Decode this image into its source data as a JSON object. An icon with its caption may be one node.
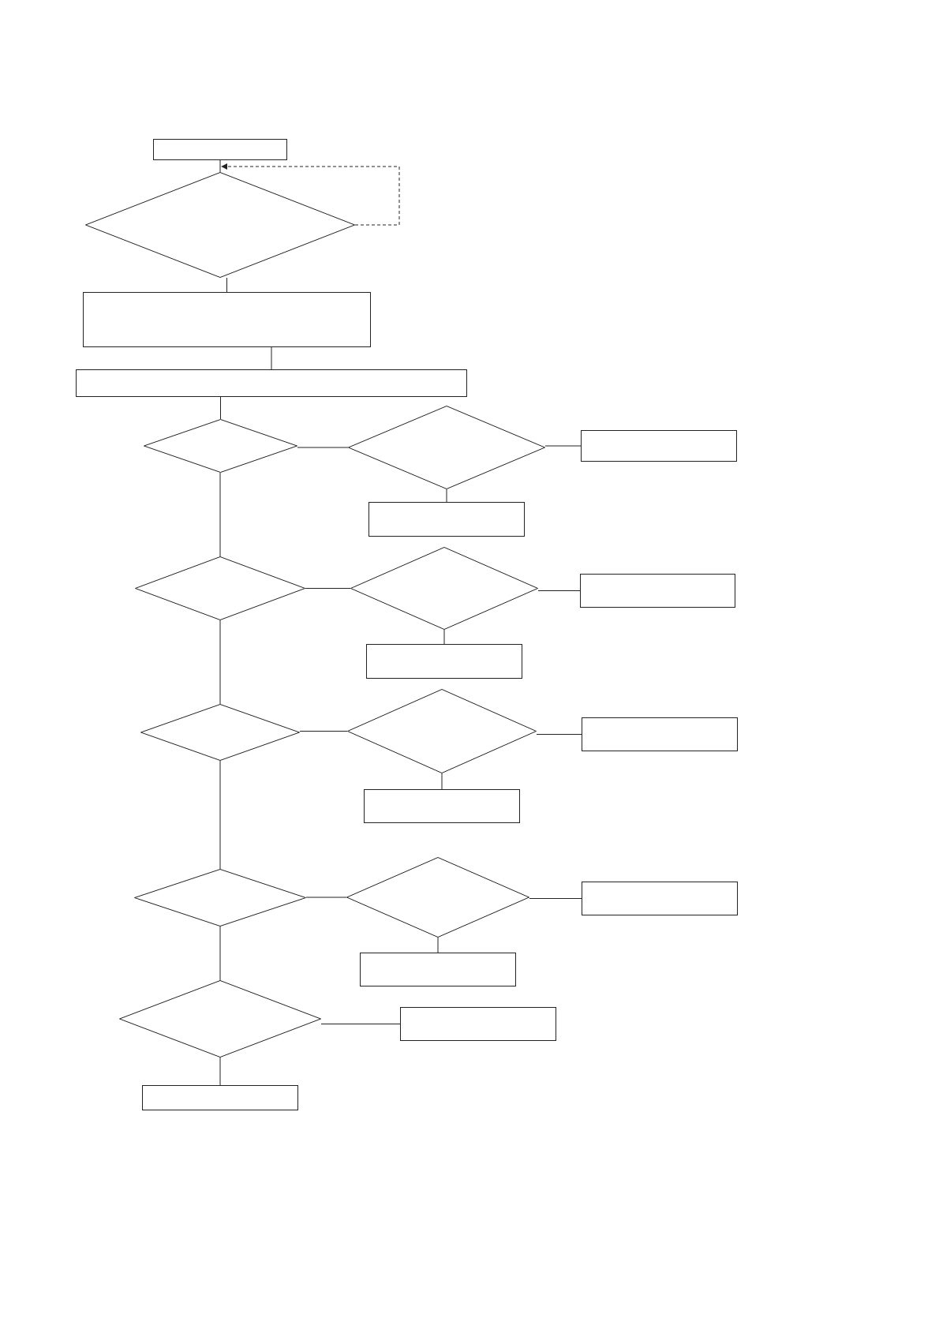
{
  "diagram": {
    "nodes": [
      {
        "text": [],
        "shape": "box"
      },
      {
        "text": [],
        "shape": "diamond"
      },
      {
        "text": [],
        "shape": "box"
      },
      {
        "text": [],
        "shape": "box"
      },
      {
        "text": [],
        "shape": "diamond"
      },
      {
        "text": [],
        "shape": "diamond"
      },
      {
        "text": [],
        "shape": "box"
      },
      {
        "text": [],
        "shape": "box"
      },
      {
        "text": [],
        "shape": "diamond"
      },
      {
        "text": [],
        "shape": "diamond"
      },
      {
        "text": [],
        "shape": "box"
      },
      {
        "text": [],
        "shape": "box"
      },
      {
        "text": [],
        "shape": "diamond"
      },
      {
        "text": [],
        "shape": "diamond"
      },
      {
        "text": [],
        "shape": "box"
      },
      {
        "text": [],
        "shape": "box"
      },
      {
        "text": [],
        "shape": "diamond"
      },
      {
        "text": [],
        "shape": "diamond"
      },
      {
        "text": [],
        "shape": "box"
      },
      {
        "text": [],
        "shape": "box"
      },
      {
        "text": [],
        "shape": "diamond"
      },
      {
        "text": [],
        "shape": "box"
      },
      {
        "text": [],
        "shape": "box"
      }
    ],
    "edges": [
      {
        "from": 0,
        "to": 1,
        "arrow": "none"
      },
      {
        "from": 1,
        "to": 1,
        "arrow": "to",
        "style": "dashed"
      },
      {
        "from": 1,
        "to": 2,
        "arrow": "none"
      },
      {
        "from": 2,
        "to": 3,
        "arrow": "none"
      },
      {
        "from": 3,
        "to": 4,
        "arrow": "none"
      },
      {
        "from": 4,
        "to": 5,
        "arrow": "none"
      },
      {
        "from": 5,
        "to": 6,
        "arrow": "none"
      },
      {
        "from": 5,
        "to": 7,
        "arrow": "none"
      },
      {
        "from": 4,
        "to": 8,
        "arrow": "none"
      },
      {
        "from": 8,
        "to": 9,
        "arrow": "none"
      },
      {
        "from": 9,
        "to": 10,
        "arrow": "none"
      },
      {
        "from": 9,
        "to": 11,
        "arrow": "none"
      },
      {
        "from": 8,
        "to": 12,
        "arrow": "none"
      },
      {
        "from": 12,
        "to": 13,
        "arrow": "none"
      },
      {
        "from": 13,
        "to": 14,
        "arrow": "none"
      },
      {
        "from": 13,
        "to": 15,
        "arrow": "none"
      },
      {
        "from": 12,
        "to": 16,
        "arrow": "none"
      },
      {
        "from": 16,
        "to": 17,
        "arrow": "none"
      },
      {
        "from": 17,
        "to": 18,
        "arrow": "none"
      },
      {
        "from": 17,
        "to": 19,
        "arrow": "none"
      },
      {
        "from": 16,
        "to": 20,
        "arrow": "none"
      },
      {
        "from": 20,
        "to": 21,
        "arrow": "none"
      },
      {
        "from": 20,
        "to": 22,
        "arrow": "none"
      }
    ]
  }
}
